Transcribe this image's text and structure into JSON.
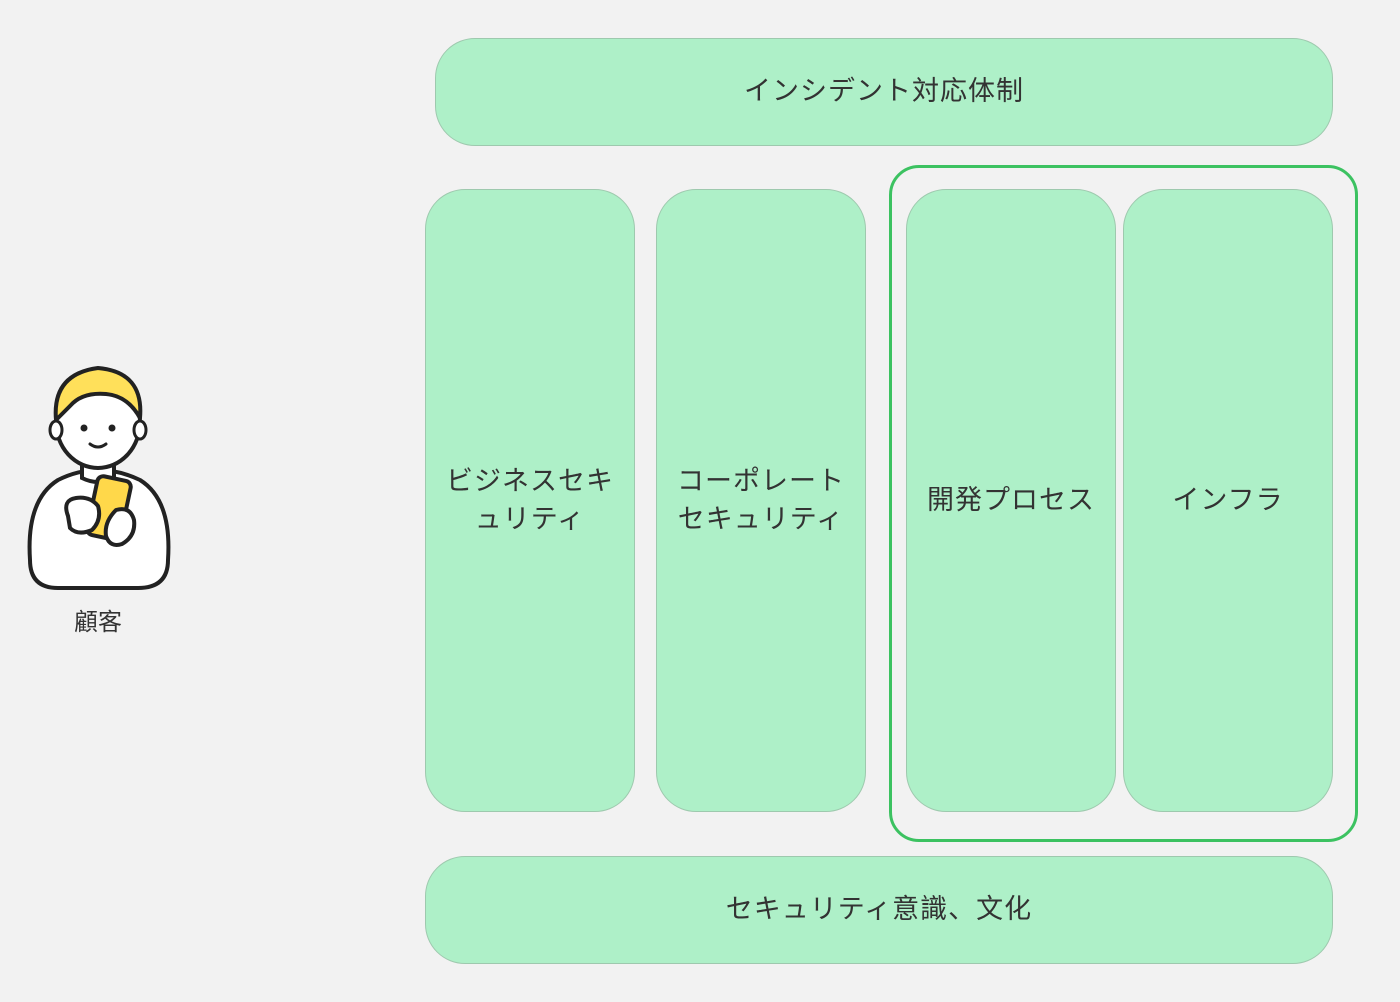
{
  "customer": {
    "label": "顧客",
    "icon": "person-holding-phone-icon"
  },
  "top_bar": {
    "label": "インシデント対応体制"
  },
  "columns": [
    {
      "label": "ビジネスセキュリティ"
    },
    {
      "label": "コーポレートセキュリティ"
    },
    {
      "label": "開発プロセス"
    },
    {
      "label": "インフラ"
    }
  ],
  "bottom_bar": {
    "label": "セキュリティ意識、文化"
  },
  "colors": {
    "box_fill": "#aef0c8",
    "highlight_border": "#3cc261",
    "background": "#f2f2f2",
    "hair": "#ffe05a",
    "phone": "#ffd84a"
  }
}
